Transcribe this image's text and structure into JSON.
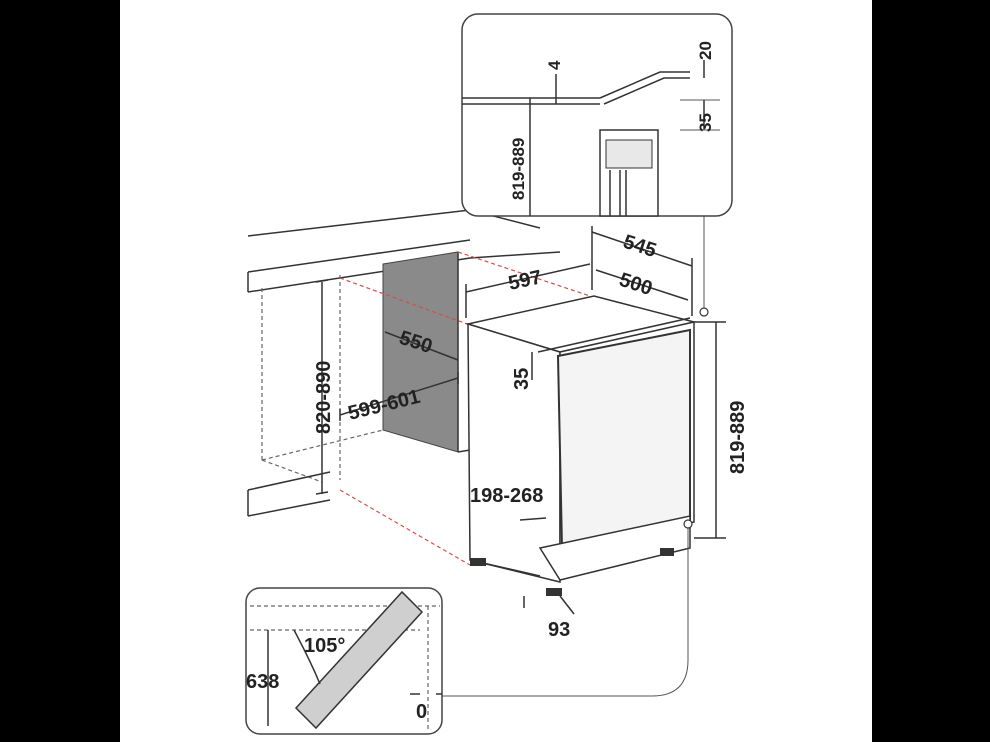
{
  "colors": {
    "background": "#000000",
    "sheet": "#ffffff",
    "line": "#333333",
    "guide_dashed_red": "#d94a4a",
    "recess": "#8a8a8a",
    "door_panel": "#cfcfcf"
  },
  "dimensions": {
    "cabinet_height": "820-890",
    "cabinet_width": "599-601",
    "cabinet_depth": "550",
    "appliance_width": "597",
    "appliance_depth_total": "545",
    "appliance_depth_body": "500",
    "appliance_height": "819-889",
    "top_gap": "35",
    "door_mount_range": "198-268",
    "plinth_depth": "93"
  },
  "detail_top": {
    "worktop_clearance": "4",
    "worktop_thickness": "20",
    "top_gap": "35",
    "height": "819-889"
  },
  "detail_door": {
    "opening_angle": "105°",
    "depth_open": "638",
    "side_clearance": "0"
  }
}
